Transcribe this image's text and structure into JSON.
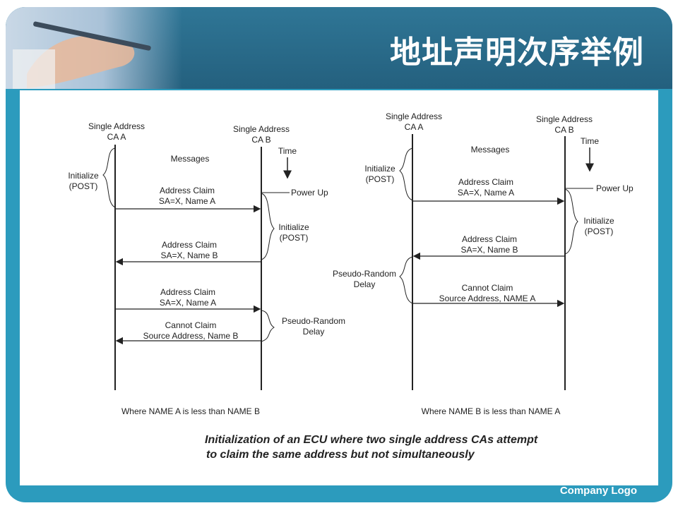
{
  "slide": {
    "title": "地址声明次序举例",
    "logo": "Company Logo"
  },
  "colors": {
    "header": "#2f7696",
    "frame": "#2c9bbd",
    "content": "#ffffff"
  },
  "left_diagram": {
    "ca_a": [
      "Single Address",
      "CA A"
    ],
    "ca_b": [
      "Single Address",
      "CA B"
    ],
    "messages": "Messages",
    "time": "Time",
    "init_a": [
      "Initialize",
      "(POST)"
    ],
    "power_up": "Power Up",
    "init_b": [
      "Initialize",
      "(POST)"
    ],
    "msg1": [
      "Address Claim",
      "SA=X, Name A"
    ],
    "msg2": [
      "Address Claim",
      "SA=X, Name B"
    ],
    "msg3": [
      "Address Claim",
      "SA=X, Name A"
    ],
    "msg4": [
      "Cannot Claim",
      "Source Address, Name B"
    ],
    "delay": [
      "Pseudo-Random",
      "Delay"
    ],
    "note": "Where NAME A is less than NAME B"
  },
  "right_diagram": {
    "ca_a": [
      "Single Address",
      "CA A"
    ],
    "ca_b": [
      "Single Address",
      "CA B"
    ],
    "messages": "Messages",
    "time": "Time",
    "init_a": [
      "Initialize",
      "(POST)"
    ],
    "power_up": "Power Up",
    "init_b": [
      "Initialize",
      "(POST)"
    ],
    "msg1": [
      "Address Claim",
      "SA=X, Name A"
    ],
    "msg2": [
      "Address Claim",
      "SA=X, Name B"
    ],
    "msg3": [
      "Cannot Claim",
      "Source Address, NAME A"
    ],
    "delay": [
      "Pseudo-Random",
      "Delay"
    ],
    "note": "Where NAME B is less than NAME A"
  },
  "caption": [
    "Initialization of an ECU where two single address CAs attempt",
    "to claim the same address but not simultaneously"
  ]
}
